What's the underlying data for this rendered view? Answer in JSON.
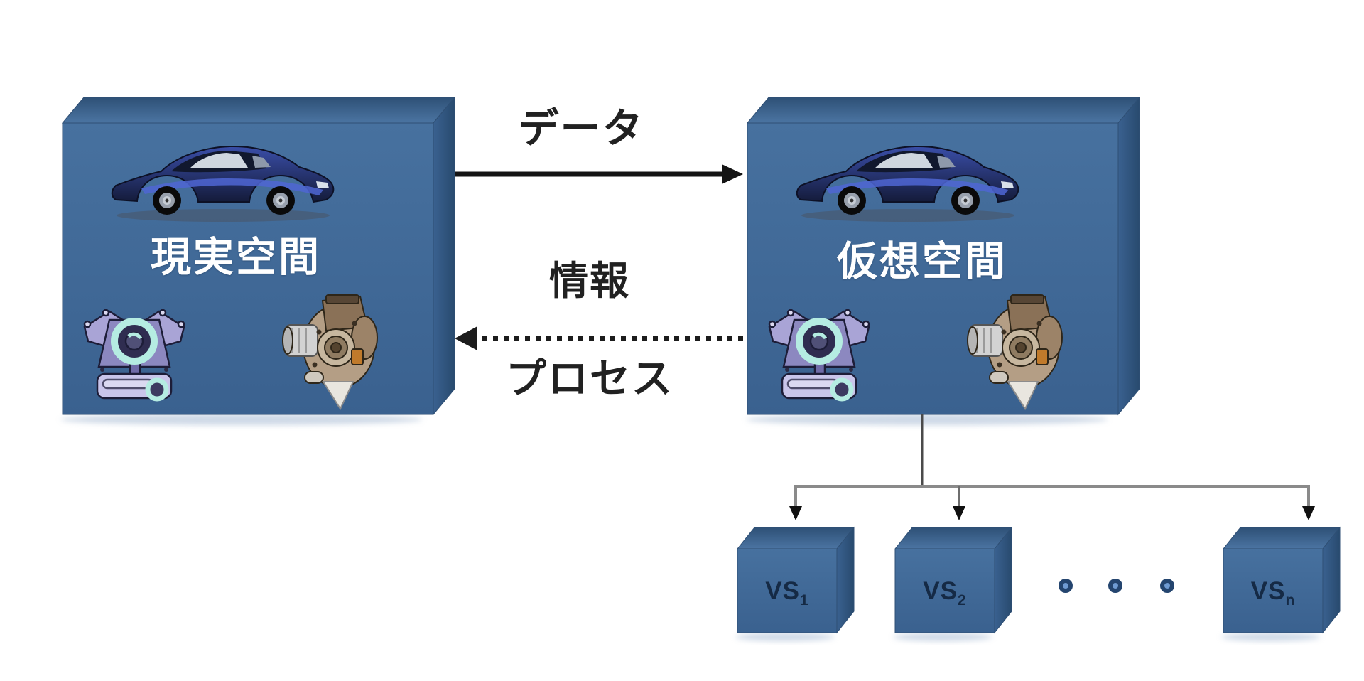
{
  "figure": {
    "kind": "digital-twin-concept-diagram",
    "background": "#ffffff"
  },
  "boxes": {
    "real": {
      "label": "現実空間"
    },
    "virtual": {
      "label": "仮想空間"
    }
  },
  "flows": {
    "data": {
      "label": "データ",
      "style": "solid-arrow",
      "direction": "left-to-right"
    },
    "info": {
      "label": "情報",
      "style": "dotted-arrow",
      "direction": "right-to-left"
    },
    "process": {
      "label": "プロセス"
    }
  },
  "subspaces": {
    "items": [
      {
        "base": "VS",
        "sub": "1"
      },
      {
        "base": "VS",
        "sub": "2"
      },
      {
        "base": "VS",
        "sub": "n"
      }
    ],
    "ellipsis_dots": 3
  },
  "icons": {
    "car": "sports-car-illustration",
    "engine": "v-engine-illustration",
    "transmission": "transmission-engine-illustration"
  },
  "colors": {
    "cube_front": "#3f6695",
    "cube_top": "#35587e",
    "cube_side": "#2c4d72",
    "title_text": "#ffffff",
    "label_text": "#212121",
    "vs_text": "#152a45",
    "connector_gray": "#8a8a8a",
    "arrow_black": "#141414",
    "dot_fill": "#6f9bd2",
    "dot_ring": "#24456f"
  }
}
